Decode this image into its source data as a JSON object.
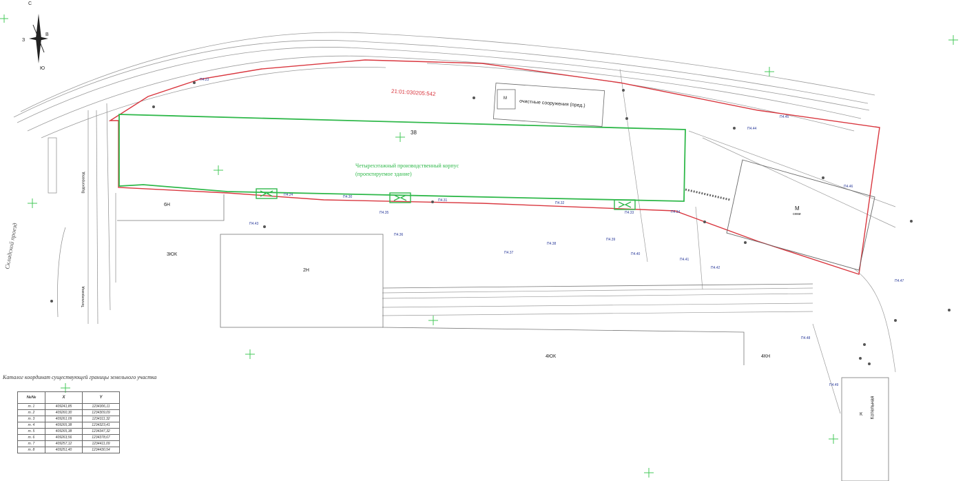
{
  "compass": {
    "north": "С",
    "south": "Ю",
    "east": "В",
    "west": "З"
  },
  "cadastral_number": "21:01:030205:542",
  "building": {
    "number": "38",
    "description_line1": "Четырехэтажный производственный корпус",
    "description_line2": "(проектируемое здание)"
  },
  "treatment": {
    "tag": "М",
    "label": "очистные сооружения (пред.)"
  },
  "structure_m": {
    "tag": "М",
    "sub": "семи"
  },
  "street_name": "Складской проезд",
  "areas": [
    "6Н",
    "3ЮК",
    "2Н",
    "4ЮК",
    "4КН",
    "К"
  ],
  "boiler_label": "Котельная",
  "side_labels": [
    "Воднопровод",
    "Теплопровод"
  ],
  "point_labels": [
    "П4.23",
    "П4.24",
    "П4.30",
    "П4.31",
    "П4.32",
    "П4.33",
    "П4.34",
    "П4.35",
    "П4.36",
    "П4.37",
    "П4.38",
    "П4.39",
    "П4.40",
    "П4.41",
    "П4.42",
    "П4.43",
    "П4.44",
    "П4.45",
    "П4.46",
    "П4.47",
    "П4.48",
    "П4.49"
  ],
  "coordinates_catalog": {
    "title": "Каталог координат существующей границы земельного участка",
    "headers": [
      "№№",
      "X",
      "Y"
    ],
    "rows": [
      [
        "т. 1",
        "409241,85",
        "1234306,11"
      ],
      [
        "т. 2",
        "409260,30",
        "1234309,09"
      ],
      [
        "т. 3",
        "409261,09",
        "1234311,32"
      ],
      [
        "т. 4",
        "409265,38",
        "1234323,41"
      ],
      [
        "т. 5",
        "409265,38",
        "1234347,32"
      ],
      [
        "т. 6",
        "409263,56",
        "1234378,67"
      ],
      [
        "т. 7",
        "409257,12",
        "1234411,09"
      ],
      [
        "т. 8",
        "409251,40",
        "1234430,54"
      ]
    ]
  },
  "colors": {
    "boundary": "#d9363e",
    "building": "#2fb84a",
    "lines": "#8a8a8a",
    "labels": "#2a3a9a",
    "grid_cross": "#44c85a"
  }
}
